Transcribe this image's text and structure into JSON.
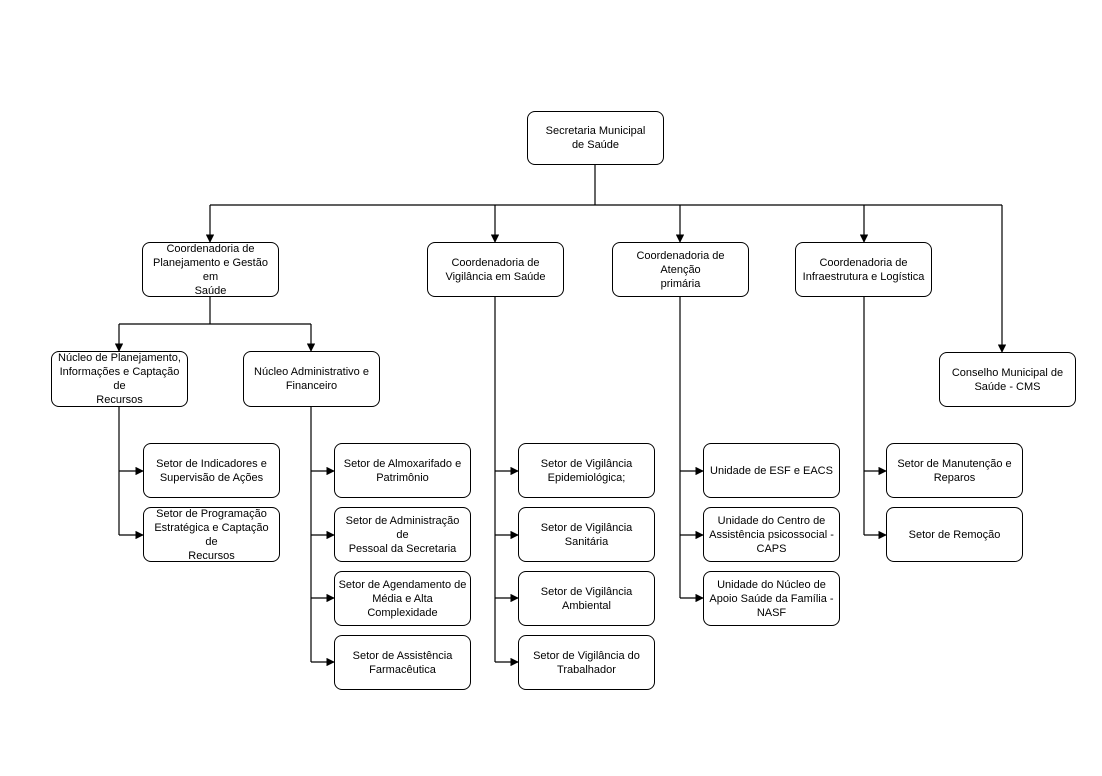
{
  "diagram": {
    "root": {
      "label": "Secretaria Municipal\nde Saúde"
    },
    "coordinations": [
      {
        "label": "Coordenadoria de\nPlanejamento e Gestão em\nSaúde"
      },
      {
        "label": "Coordenadoria de\nVigilância em Saúde"
      },
      {
        "label": "Coordenadoria de Atenção\nprimária"
      },
      {
        "label": "Coordenadoria de\nInfraestrutura e Logística"
      }
    ],
    "council": {
      "label": "Conselho Municipal de\nSaúde - CMS"
    },
    "nuclei": [
      {
        "label": "Núcleo de Planejamento,\nInformações e Captação de\nRecursos"
      },
      {
        "label": "Núcleo Administrativo e\nFinanceiro"
      }
    ],
    "planning_sectors": [
      {
        "label": "Setor de Indicadores e\nSupervisão de Ações"
      },
      {
        "label": "Setor de Programação\nEstratégica e Captação de\nRecursos"
      }
    ],
    "admin_sectors": [
      {
        "label": "Setor de Almoxarifado e\nPatrimônio"
      },
      {
        "label": "Setor de Administração de\nPessoal da Secretaria"
      },
      {
        "label": "Setor de Agendamento de\nMédia e Alta Complexidade"
      },
      {
        "label": "Setor de Assistência\nFarmacêutica"
      }
    ],
    "surveillance_sectors": [
      {
        "label": "Setor de Vigilância\nEpidemiológica;"
      },
      {
        "label": "Setor de Vigilância\nSanitária"
      },
      {
        "label": "Setor de Vigilância\nAmbiental"
      },
      {
        "label": "Setor de Vigilância do\nTrabalhador"
      }
    ],
    "primary_units": [
      {
        "label": "Unidade de ESF e EACS"
      },
      {
        "label": "Unidade do Centro de\nAssistência psicossocial -\nCAPS"
      },
      {
        "label": "Unidade do Núcleo de\nApoio Saúde da Família -\nNASF"
      }
    ],
    "infra_sectors": [
      {
        "label": "Setor de Manutenção e\nReparos"
      },
      {
        "label": "Setor de Remoção"
      }
    ],
    "line_color": "#000000",
    "box_border_color": "#000000",
    "box_fill_color": "#ffffff"
  }
}
